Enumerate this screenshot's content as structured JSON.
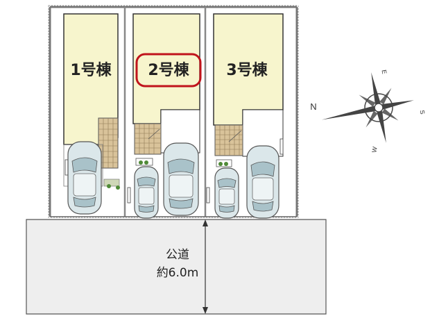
{
  "lots": [
    {
      "label": "1号棟",
      "highlighted": false
    },
    {
      "label": "2号棟",
      "highlighted": true
    },
    {
      "label": "3号棟",
      "highlighted": false
    }
  ],
  "road": {
    "line1": "公道",
    "line2": "約6.0m"
  },
  "compass": {
    "north": "N",
    "south": "S",
    "east": "E",
    "west": "W"
  },
  "colors": {
    "lot_fill": "#f7f5cd",
    "road_fill": "#eeeeee",
    "highlight_border": "#c0141c",
    "tile_fill": "#d9c39a",
    "car_fill": "#dbe7ea",
    "plant_green": "#4f8a37"
  }
}
